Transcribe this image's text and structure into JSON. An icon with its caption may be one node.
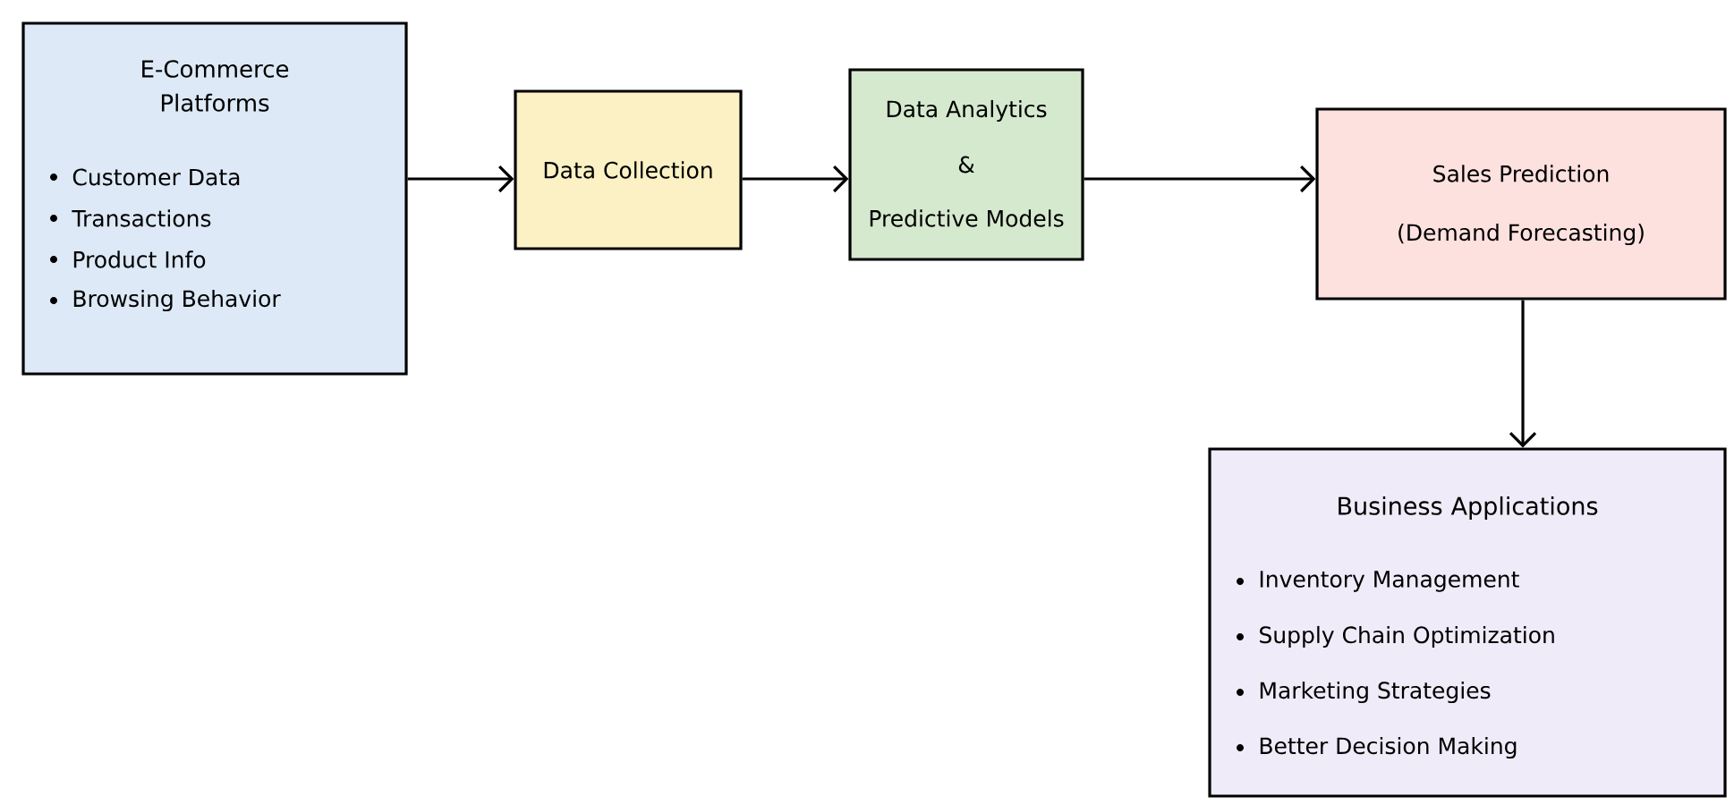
{
  "diagram": {
    "nodes": [
      {
        "text": [
          "E-Commerce Platforms",
          "Customer Data",
          "Transactions",
          "Product Info",
          "Browsing Behavior"
        ]
      },
      {
        "text": [
          "Data Collection"
        ]
      },
      {
        "text": [
          "Data Analytics",
          "&",
          "Predictive Models"
        ]
      },
      {
        "text": [
          "Sales Prediction",
          "(Demand Forecasting)"
        ]
      },
      {
        "text": [
          "Business Applications",
          "Inventory Management",
          "Supply Chain Optimization",
          "Marketing Strategies",
          "Better Decision Making"
        ]
      }
    ],
    "edges": [
      {
        "from": 0,
        "to": 1,
        "arrow": "to"
      },
      {
        "from": 1,
        "to": 2,
        "arrow": "to"
      },
      {
        "from": 2,
        "to": 3,
        "arrow": "to"
      },
      {
        "from": 3,
        "to": 4,
        "arrow": "to"
      }
    ]
  }
}
